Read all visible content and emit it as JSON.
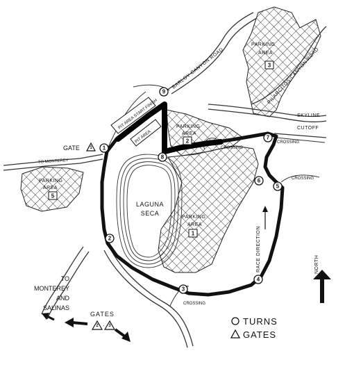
{
  "roads": {
    "barloy_canyon": "BARLOY CANYON ROAD",
    "pilarcitos_canyon": "PILARCITOS CANYON ROAD",
    "skyline_cutoff_1": "SKYLINE",
    "skyline_cutoff_2": "CUTOFF",
    "to_monterey": "TO MONTEREY",
    "to_monterey_salinas": [
      "TO",
      "MONTEREY",
      "AND",
      "SALINAS"
    ]
  },
  "lake": {
    "line1": "LAGUNA",
    "line2": "SECA"
  },
  "parking": [
    {
      "id": "3",
      "line1": "PARKING",
      "line2": "AREA"
    },
    {
      "id": "2",
      "line1": "PARKING",
      "line2": "AREA"
    },
    {
      "id": "5",
      "line1": "PARKING",
      "line2": "AREA"
    },
    {
      "id": "1",
      "line1": "PARKING",
      "line2": "AREA"
    }
  ],
  "pit": {
    "pit_start_finish": "PIT AREA START FINISH",
    "pit_area": "PIT AREA"
  },
  "turns": [
    "1",
    "2",
    "3",
    "4",
    "5",
    "6",
    "7",
    "8",
    "9"
  ],
  "gates": {
    "gate_label": "GATE",
    "gate_number": "1",
    "gates_label": "GATES",
    "gate_a": "2",
    "gate_b": "3"
  },
  "crossings": [
    "CROSSING",
    "CROSSING",
    "CROSSING",
    "CROSSING"
  ],
  "race_direction": "RACE DIRECTION",
  "north": "NORTH",
  "legend": {
    "turns": "TURNS",
    "gates": "GATES"
  }
}
